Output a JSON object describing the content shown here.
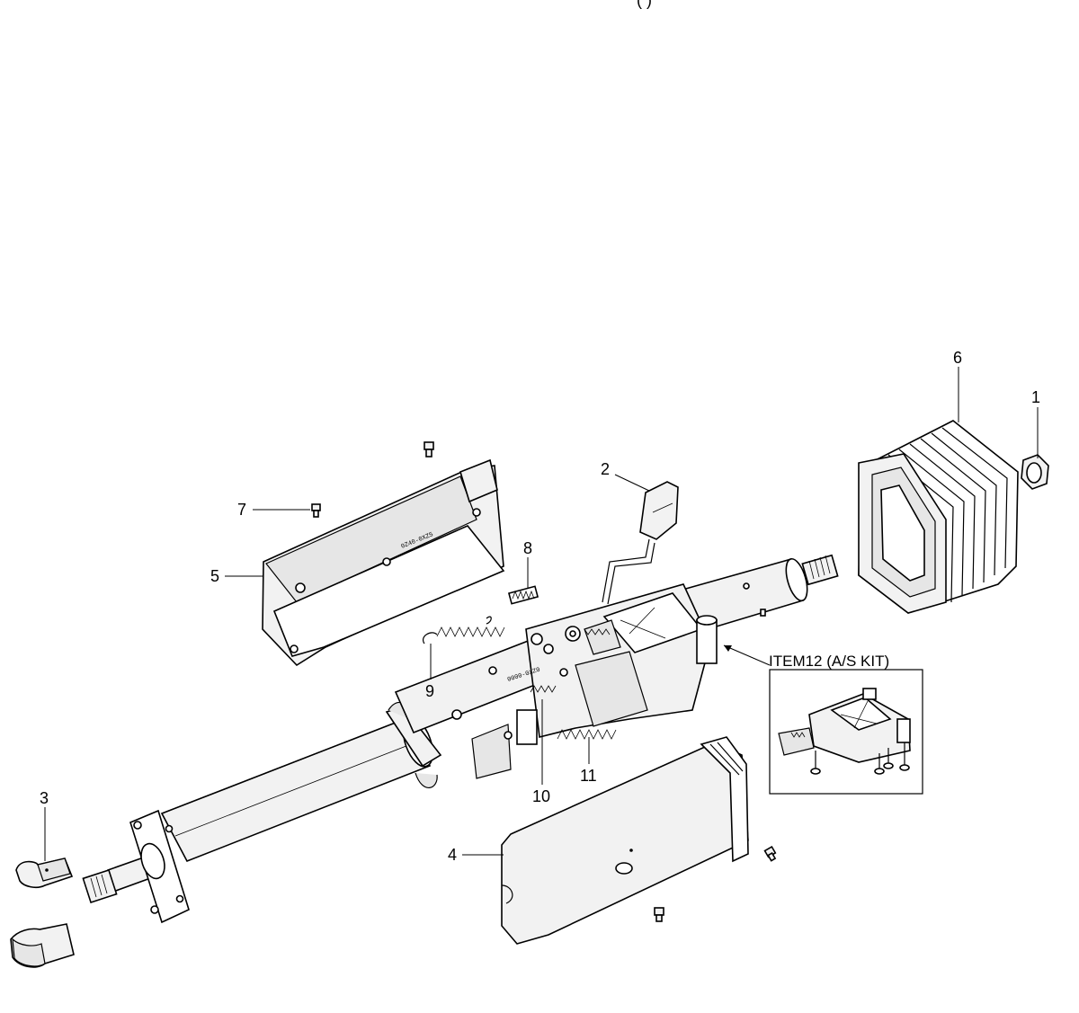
{
  "header": {
    "partial_text": "(          )"
  },
  "callouts": {
    "c1": "1",
    "c2": "2",
    "c3": "3",
    "c4": "4",
    "c5": "5",
    "c6": "6",
    "c7": "7",
    "c8": "8",
    "c9": "9",
    "c10": "10",
    "c11": "11"
  },
  "kit": {
    "label": "ITEM12 (A/S KIT)"
  },
  "stamps": {
    "cover_stamp": "0Z40-0XZ5",
    "housing_stamp": "0000-0XZ0"
  }
}
